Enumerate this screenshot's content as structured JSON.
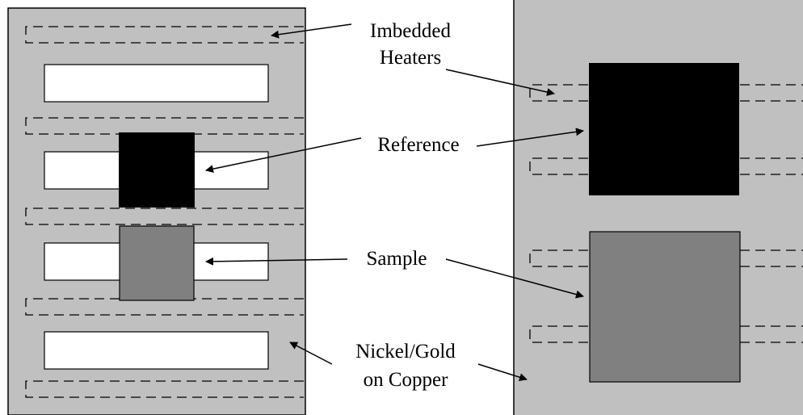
{
  "labels": {
    "imbedded_line1": "Imbedded",
    "imbedded_line2": "Heaters",
    "reference": "Reference",
    "sample": "Sample",
    "nickel_line1": "Nickel/Gold",
    "nickel_line2": "on Copper"
  },
  "colors": {
    "plate": "#c0c0c0",
    "reference": "#000000",
    "sample": "#808080",
    "slot": "#ffffff",
    "stroke": "#000000"
  }
}
